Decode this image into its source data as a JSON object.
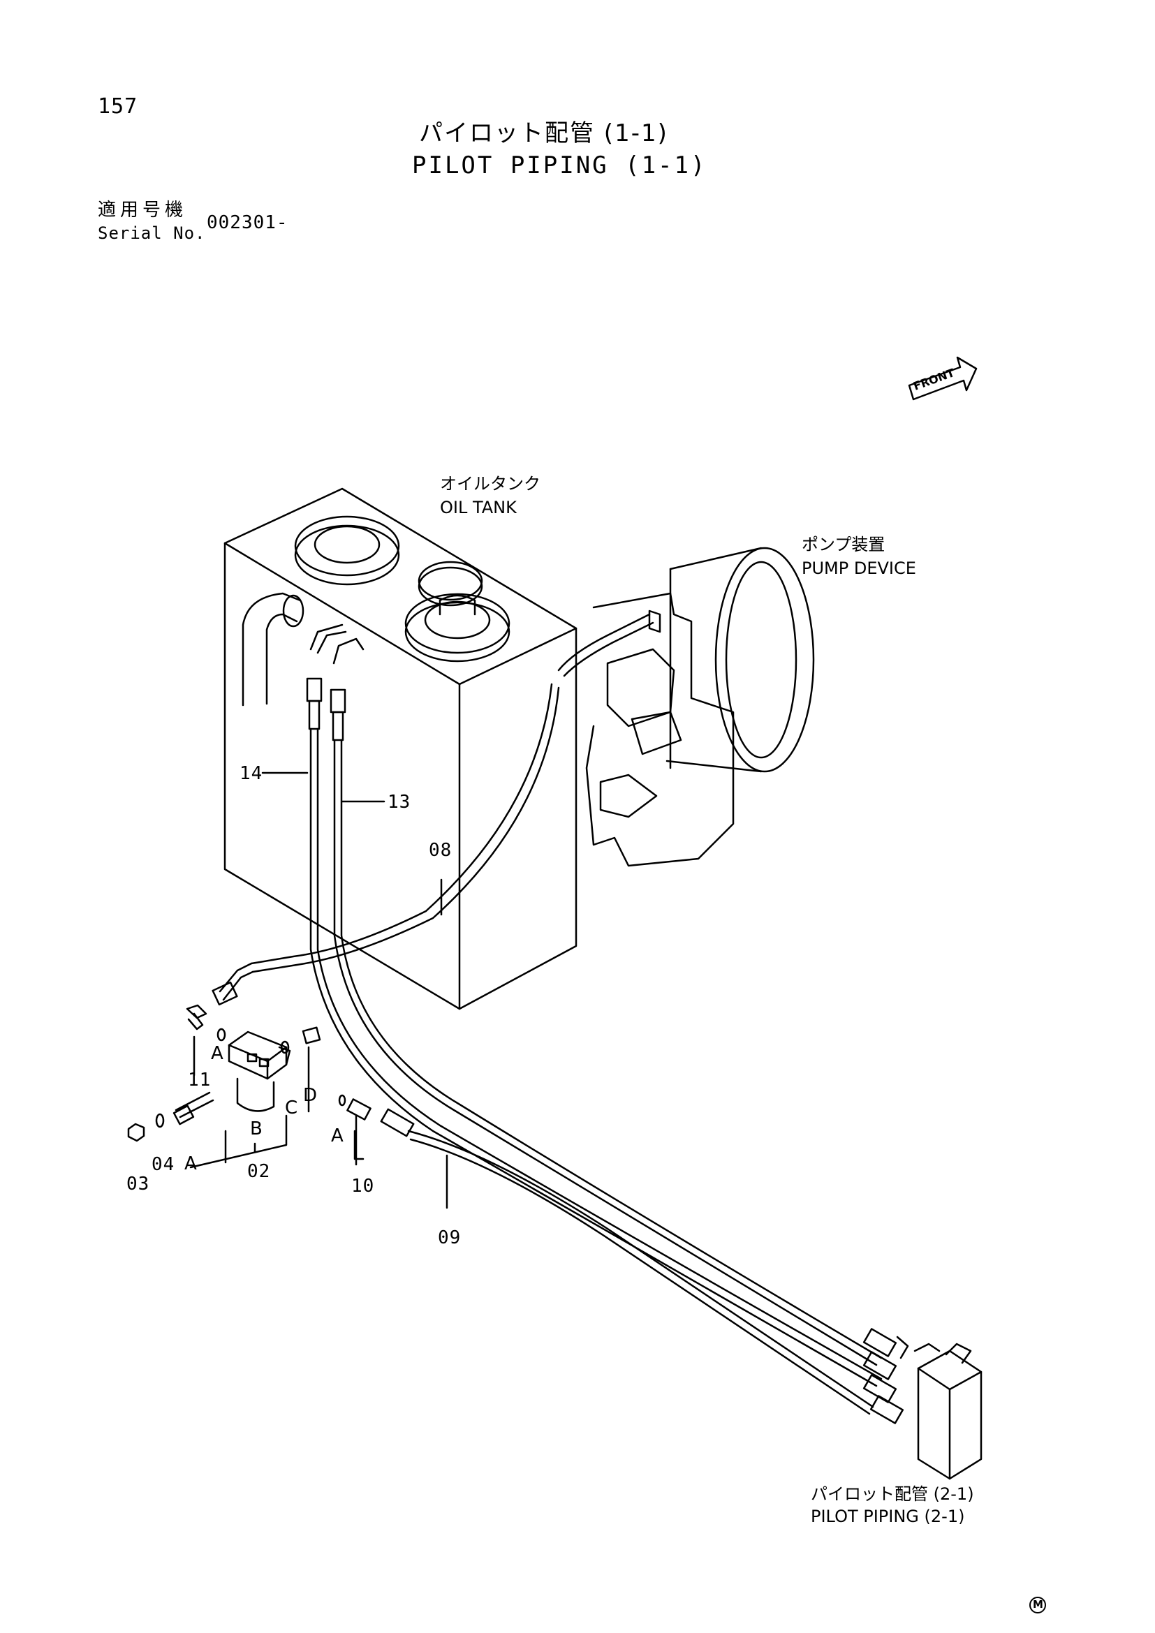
{
  "header": {
    "page_number": "157",
    "title_jp": "パイロット配管 (1-1)",
    "title_en": "PILOT PIPING (1-1)",
    "serial_label_jp": "適用号機",
    "serial_label_en": "Serial No.",
    "serial_value": "002301-"
  },
  "components": {
    "oil_tank_jp": "オイルタンク",
    "oil_tank_en": "OIL TANK",
    "pump_jp": "ポンプ装置",
    "pump_en": "PUMP DEVICE",
    "pilot_next_jp": "パイロット配管 (2-1)",
    "pilot_next_en": "PILOT PIPING (2-1)",
    "front": "FRONT"
  },
  "parts": {
    "p14": "14",
    "p13": "13",
    "p08": "08",
    "p11": "11",
    "p03": "03",
    "p04": "04",
    "p02": "02",
    "p10": "10",
    "p09": "09"
  },
  "letters": {
    "a1": "A",
    "a2": "A",
    "a3": "A",
    "b": "B",
    "c": "C",
    "d": "D"
  },
  "footer": {
    "mark": "M"
  }
}
